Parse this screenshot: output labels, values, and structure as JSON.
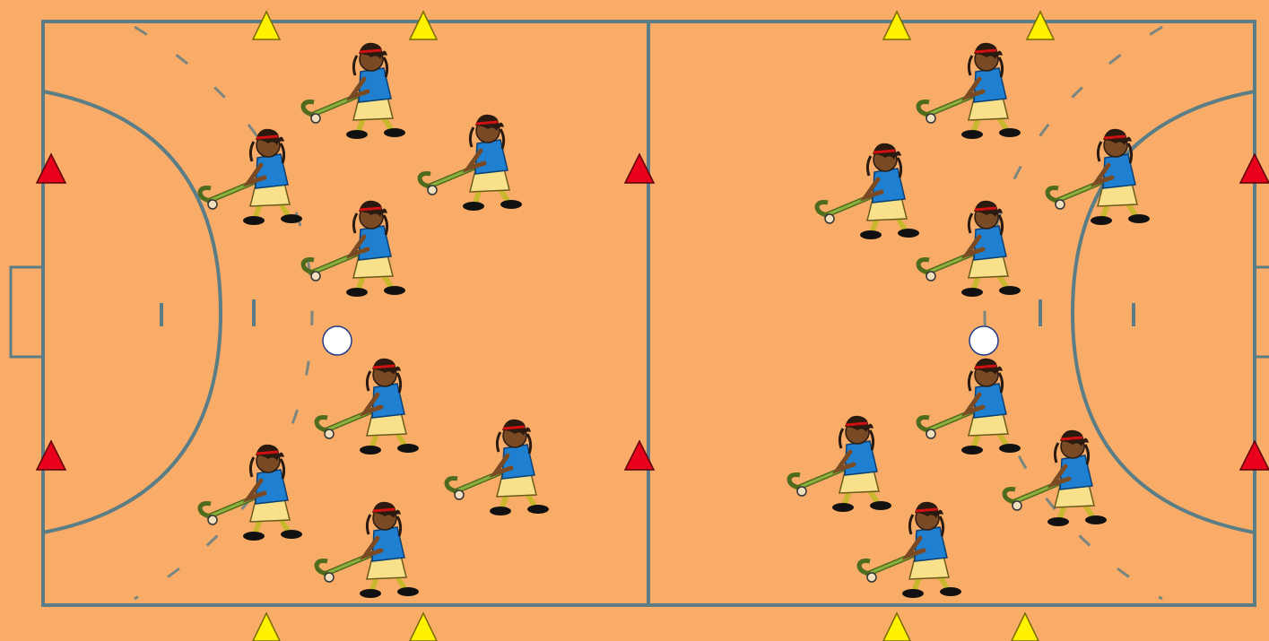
{
  "colors": {
    "field": "#F8AC68",
    "line": "#5B7D86",
    "cone_yellow": "#FFF200",
    "cone_red": "#E8001C",
    "ball": "#FFFFFF",
    "player_shirt": "#1F7FD0",
    "player_skirt": "#F9E08A",
    "player_skin": "#7A4A24",
    "player_hair": "#2A1A10",
    "stick": "#7FA23A"
  },
  "icons": {
    "player": "hockey-player-icon",
    "cone": "cone-icon",
    "ball": "ball-icon"
  },
  "pitch": {
    "left_half_players": 8,
    "right_half_players": 8,
    "balls": 2,
    "yellow_cones": 8,
    "red_cones": 6
  }
}
